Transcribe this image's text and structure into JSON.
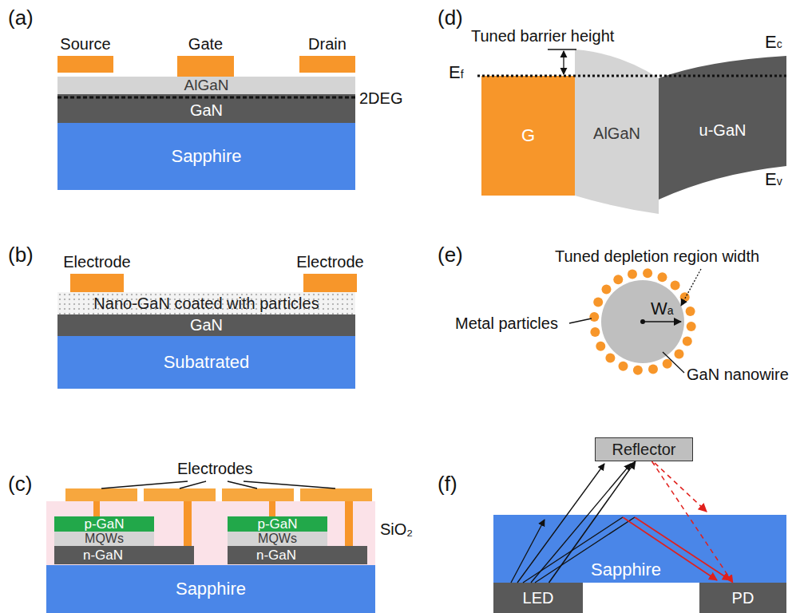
{
  "diagram": {
    "nodes": [
      {
        "text": [
          "Source"
        ]
      },
      {
        "text": [
          "Gate"
        ]
      },
      {
        "text": [
          "Drain"
        ]
      },
      {
        "text": [
          "AlGaN"
        ]
      },
      {
        "text": [
          "GaN"
        ]
      },
      {
        "text": [
          "Sapphire"
        ]
      },
      {
        "text": [
          "Electrode"
        ]
      },
      {
        "text": [
          "Electrode"
        ]
      },
      {
        "text": [
          "Nano-GaN coated with particles"
        ]
      },
      {
        "text": [
          "GaN"
        ]
      },
      {
        "text": [
          "Subatrated"
        ]
      },
      {
        "text": [
          "p-GaN"
        ]
      },
      {
        "text": [
          "MQWs"
        ]
      },
      {
        "text": [
          "n-GaN"
        ]
      },
      {
        "text": [
          "p-GaN"
        ]
      },
      {
        "text": [
          "MQWs"
        ]
      },
      {
        "text": [
          "n-GaN"
        ]
      },
      {
        "text": [
          "Sapphire"
        ]
      },
      {
        "text": [
          "G"
        ]
      },
      {
        "text": [
          "AlGaN"
        ]
      },
      {
        "text": [
          "u-GaN"
        ]
      },
      {
        "text": [
          "Reflector"
        ]
      },
      {
        "text": [
          "Sapphire"
        ]
      },
      {
        "text": [
          "LED"
        ]
      },
      {
        "text": [
          "PD"
        ]
      }
    ],
    "edges": [
      {
        "from": 23,
        "to": 21,
        "arrow": "to"
      },
      {
        "from": 21,
        "to": 24,
        "arrow": "to"
      }
    ],
    "labels": [
      "(a)",
      "2DEG",
      "(b)",
      "(c)",
      "Electrodes",
      "SiO₂",
      "(d)",
      "Tuned barrier height",
      "Ef",
      "Ec",
      "Ev",
      "(e)",
      "Tuned depletion region width",
      "Metal particles",
      "Wa",
      "GaN nanowire",
      "(f)"
    ]
  }
}
